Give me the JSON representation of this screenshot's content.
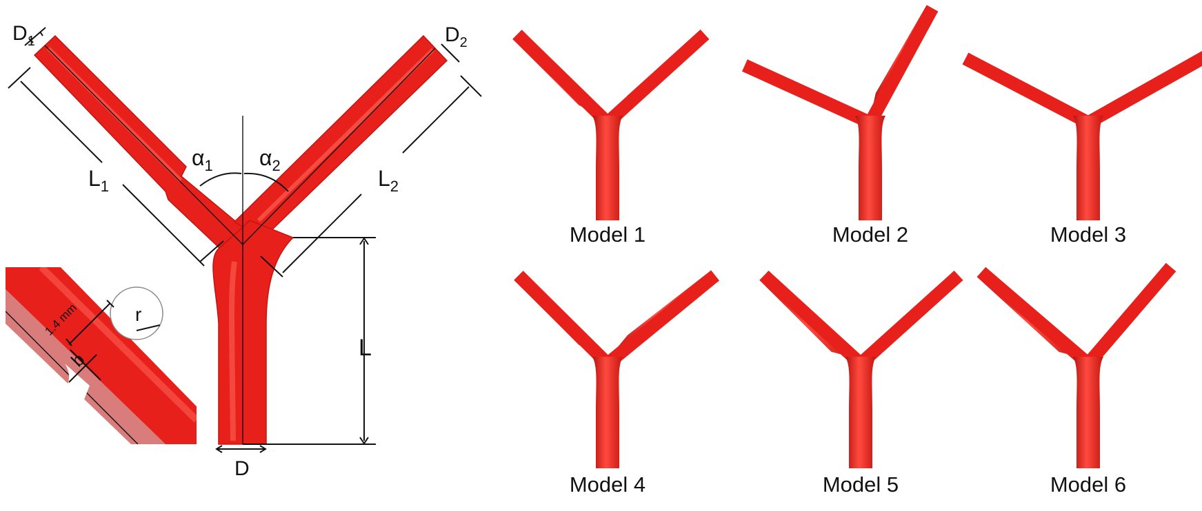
{
  "schematic": {
    "d1": {
      "base": "D",
      "sub": "1"
    },
    "d2": {
      "base": "D",
      "sub": "2"
    },
    "l1": {
      "base": "L",
      "sub": "1"
    },
    "l2": {
      "base": "L",
      "sub": "2"
    },
    "alpha1": {
      "base": "α",
      "sub": "1"
    },
    "alpha2": {
      "base": "α",
      "sub": "2"
    },
    "l": "L",
    "d": "D"
  },
  "inset": {
    "length_label": "1.4 mm",
    "b": "b",
    "r": "r"
  },
  "models": [
    {
      "label": "Model 1"
    },
    {
      "label": "Model 2"
    },
    {
      "label": "Model 3"
    },
    {
      "label": "Model 4"
    },
    {
      "label": "Model 5"
    },
    {
      "label": "Model 6"
    }
  ],
  "colors": {
    "vessel": "#e8201c",
    "vessel_dark": "#b5120f",
    "vessel_light": "#ff5a4e",
    "ink": "#111111"
  }
}
